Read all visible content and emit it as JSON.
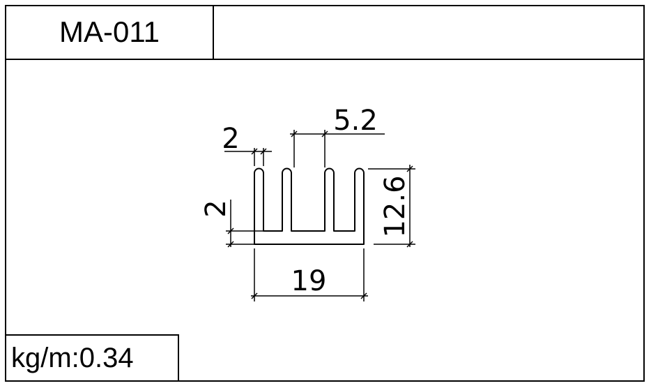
{
  "header": {
    "model_code": "MA-011",
    "description": ""
  },
  "footer": {
    "weight_label": "kg/m:0.34"
  },
  "drawing": {
    "dimensions": {
      "fin_thickness": "2",
      "fin_gap": "5.2",
      "base_thickness": "2",
      "total_height": "12.6",
      "total_width": "19"
    }
  }
}
